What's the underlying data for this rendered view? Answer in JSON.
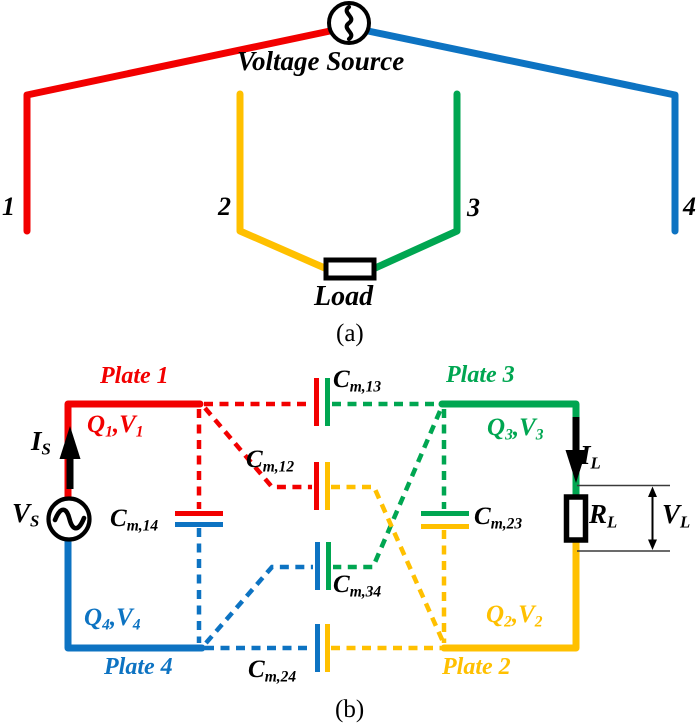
{
  "colors": {
    "red": "#f20000",
    "green": "#00a651",
    "blue": "#0d73c2",
    "yellow": "#ffc000",
    "black": "#000000",
    "measure": "#3a3a3a"
  },
  "icons": {
    "ac_source": "circle-with-sine-wave",
    "load_resistor": "rectangle-box",
    "capacitor": "parallel-plate-pair",
    "current_arrow": "solid-black-arrow",
    "measure_arrow": "double-headed-arrow"
  },
  "panel_a": {
    "voltage_source_label": "Voltage Source",
    "load_label": "Load",
    "caption": "(a)",
    "plate_numbers": [
      "1",
      "2",
      "3",
      "4"
    ]
  },
  "panel_b": {
    "caption": "(b)",
    "plate1": "Plate 1",
    "plate2": "Plate 2",
    "plate3": "Plate 3",
    "plate4": "Plate 4",
    "q1v1": {
      "p1": "Q",
      "s1": "1",
      "p2": ",V",
      "s2": "1"
    },
    "q2v2": {
      "p1": "Q",
      "s1": "2",
      "p2": ",V",
      "s2": "2"
    },
    "q3v3": {
      "p1": "Q",
      "s1": "3",
      "p2": ",V",
      "s2": "3"
    },
    "q4v4": {
      "p1": "Q",
      "s1": "4",
      "p2": ",V",
      "s2": "4"
    },
    "is": {
      "base": "I",
      "sub": "S"
    },
    "il": {
      "base": "I",
      "sub": "L"
    },
    "vs": {
      "base": "V",
      "sub": "S"
    },
    "vl": {
      "base": "V",
      "sub": "L"
    },
    "rl": {
      "base": "R",
      "sub": "L"
    },
    "cm12": {
      "base": "C",
      "sub": "m,12"
    },
    "cm13": {
      "base": "C",
      "sub": "m,13"
    },
    "cm14": {
      "base": "C",
      "sub": "m,14"
    },
    "cm23": {
      "base": "C",
      "sub": "m,23"
    },
    "cm24": {
      "base": "C",
      "sub": "m,24"
    },
    "cm34": {
      "base": "C",
      "sub": "m,34"
    }
  }
}
